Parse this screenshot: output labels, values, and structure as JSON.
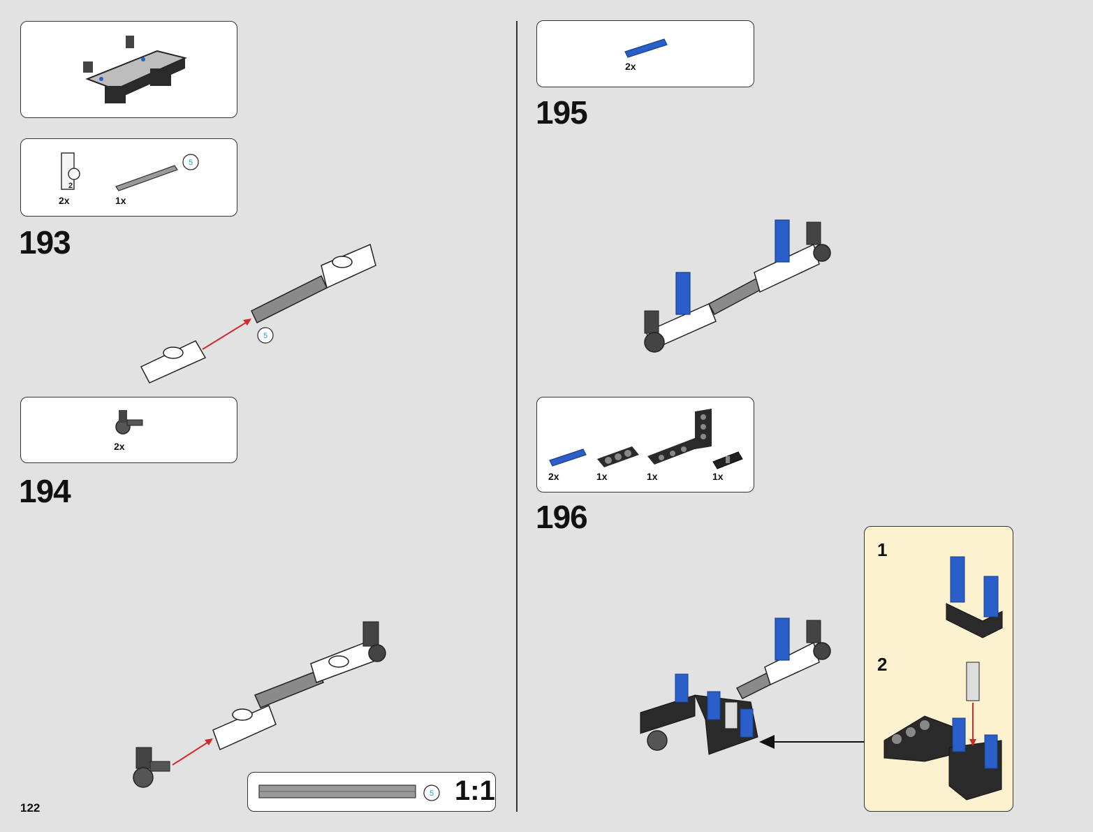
{
  "page": {
    "number": "122"
  },
  "steps": [
    {
      "number": "193",
      "parts": [
        {
          "qty": "2x",
          "name": "axle-connector"
        },
        {
          "qty": "1x",
          "name": "axle-5",
          "length_label": "5"
        }
      ],
      "annotation": "5"
    },
    {
      "number": "194",
      "parts": [
        {
          "qty": "2x",
          "name": "axle-pin-connector-dark"
        }
      ]
    },
    {
      "number": "195",
      "parts": [
        {
          "qty": "2x",
          "name": "blue-long-pin"
        }
      ]
    },
    {
      "number": "196",
      "parts": [
        {
          "qty": "2x",
          "name": "blue-long-pin"
        },
        {
          "qty": "1x",
          "name": "beam-3"
        },
        {
          "qty": "1x",
          "name": "l-beam"
        },
        {
          "qty": "1x",
          "name": "black-pin"
        }
      ],
      "subassembly": {
        "sub_steps": [
          "1",
          "2"
        ],
        "background": "#fdf2cf"
      }
    }
  ],
  "scale_ruler": {
    "length_label": "5",
    "ratio": "1:1"
  },
  "colors": {
    "blue": "#2a5fc9",
    "dark": "#333333",
    "red": "#d22a2a",
    "callout": "#fdf2cf"
  }
}
